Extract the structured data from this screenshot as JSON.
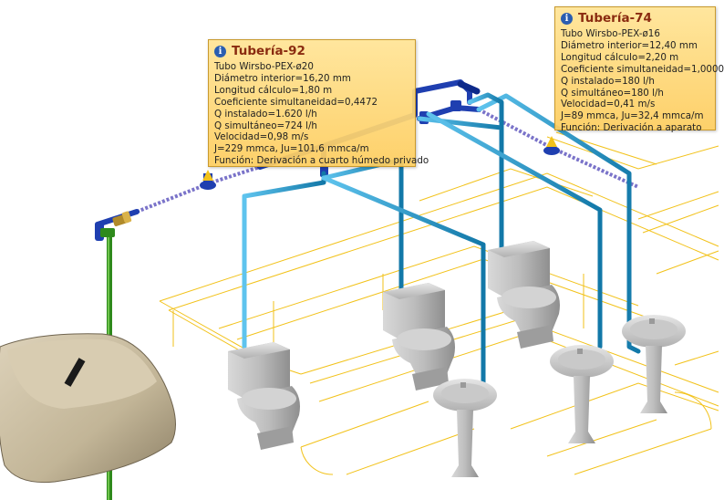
{
  "tooltips": [
    {
      "title": "Tubería-92",
      "lines": [
        "Tubo Wirsbo-PEX-ø20",
        "Diámetro interior=16,20 mm",
        "Longitud cálculo=1,80 m",
        "Coeficiente simultaneidad=0,4472",
        "Q instalado=1.620 l/h",
        "Q simultáneo=724 l/h",
        "Velocidad=0,98 m/s",
        "J=229 mmca, Ju=101,6 mmca/m",
        "Función: Derivación a cuarto húmedo privado"
      ]
    },
    {
      "title": "Tubería-74",
      "lines": [
        "Tubo Wirsbo-PEX-ø16",
        "Diámetro interior=12,40 mm",
        "Longitud cálculo=2,20 m",
        "Coeficiente simultaneidad=1,0000",
        "Q instalado=180 l/h",
        "Q simultáneo=180 l/h",
        "Velocidad=0,41 m/s",
        "J=89 mmca, Ju=32,4 mmca/m",
        "Función: Derivación a aparato"
      ]
    }
  ],
  "icons": {
    "info": "info-icon"
  },
  "colors": {
    "floorplan": "#f2c21a",
    "pipe_cold": "#1e96cc",
    "pipe_main": "#1f3fb0",
    "pipe_riser": "#2e8a1c",
    "fixture": "#b5b5b5",
    "meter_box": "#cbbea2",
    "tooltip_bg": "#fddb7a",
    "tooltip_title": "#8a2b10"
  }
}
